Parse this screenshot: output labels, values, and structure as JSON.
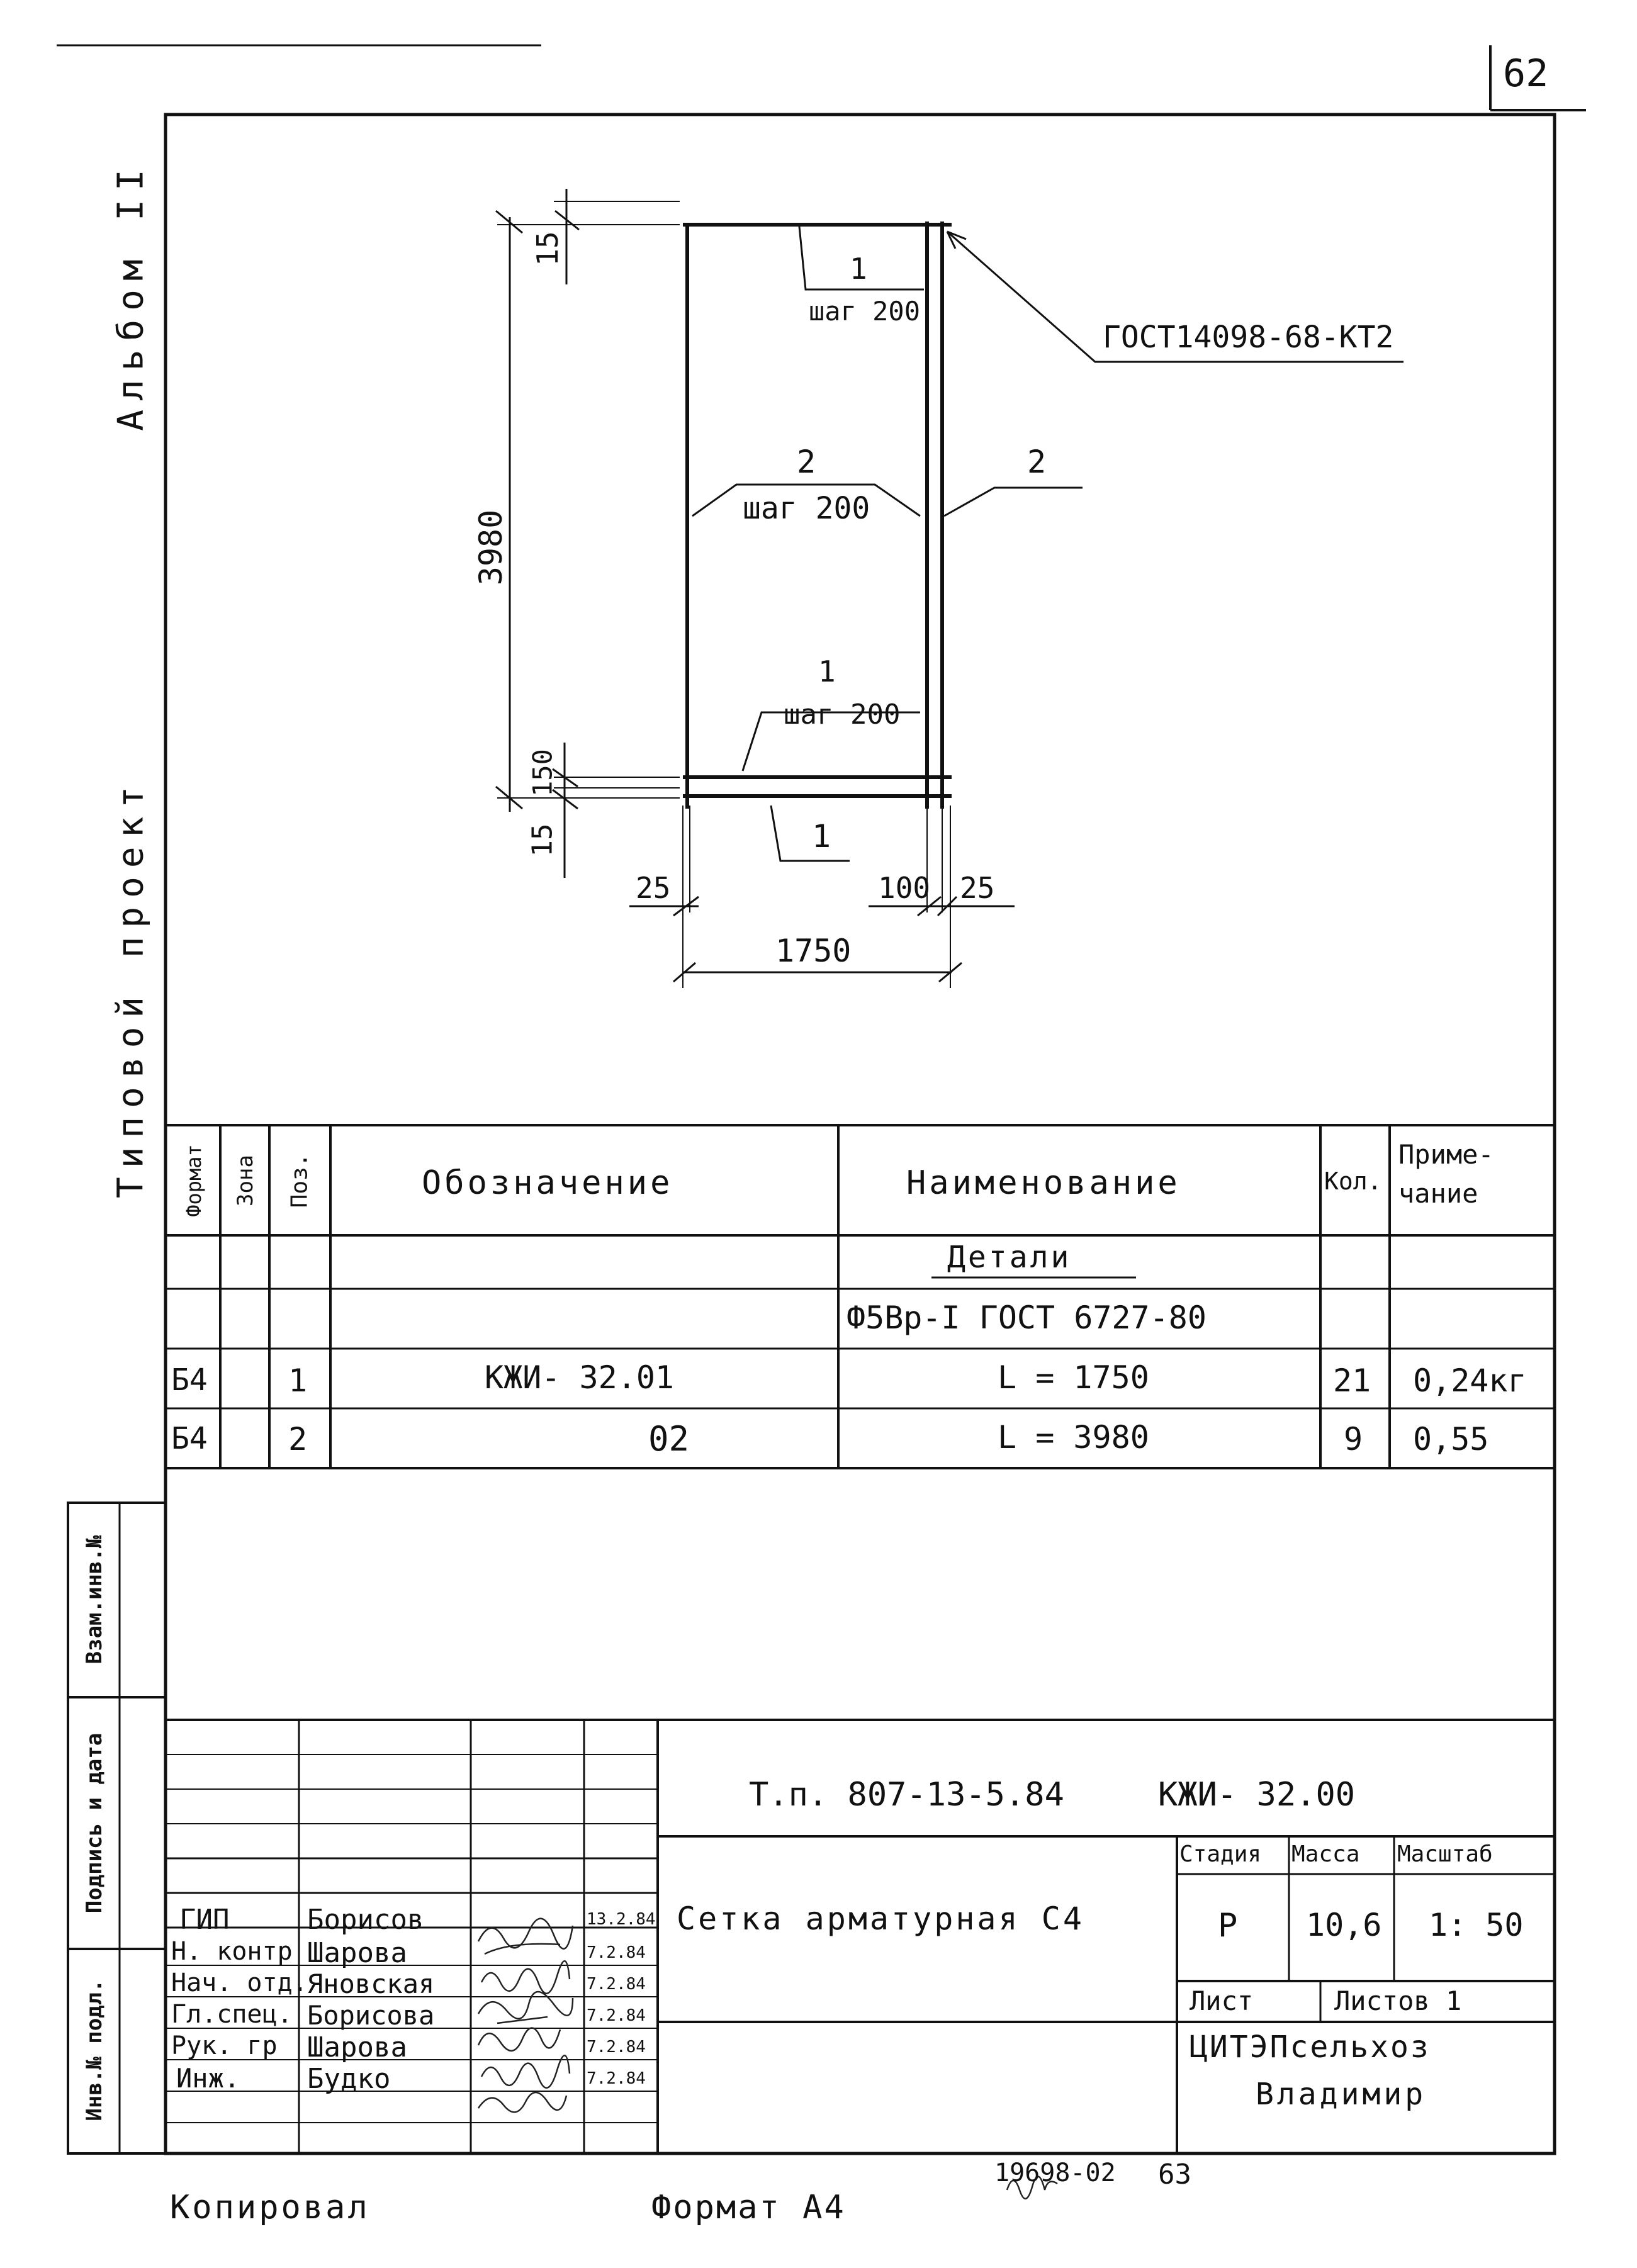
{
  "page_number": "62",
  "side_labels": {
    "album": "Альбом II",
    "project": "Типовой проект"
  },
  "drawing": {
    "leader_top": {
      "pos": "1",
      "step": "шаг 200"
    },
    "gost_leader": "ГОСТ14098-68-КТ2",
    "leader_mid_left": {
      "pos": "2",
      "step": "шаг 200"
    },
    "leader_mid_right": {
      "pos": "2"
    },
    "leader_low": {
      "pos": "1",
      "step": "шаг 200"
    },
    "leader_bottom": {
      "pos": "1"
    },
    "dim_top": "15",
    "dim_height": "3980",
    "dim_150": "150",
    "dim_15_low": "15",
    "dim_25_left": "25",
    "dim_100": "100",
    "dim_25_right": "25",
    "dim_width": "1750"
  },
  "spec_table": {
    "headers": {
      "format": "Формат",
      "zone": "Зона",
      "pos": "Поз.",
      "designation": "Обозначение",
      "name": "Наименование",
      "qty": "Кол.",
      "note_line1": "Приме-",
      "note_line2": "чание"
    },
    "section_title": "Детали",
    "material": "Ф5Вр-I ГОСТ 6727-80",
    "rows": [
      {
        "format": "Б4",
        "pos": "1",
        "designation": "КЖИ- 32.01",
        "name": "L = 1750",
        "qty": "21",
        "note": "0,24кг"
      },
      {
        "format": "Б4",
        "pos": "2",
        "designation": "02",
        "name": "L = 3980",
        "qty": "9",
        "note": "0,55"
      }
    ]
  },
  "left_strip": {
    "inv_podl": "Инв.№ подл.",
    "podpis_data": "Подпись и дата",
    "vzam_inv": "Взам.инв.№"
  },
  "title_block": {
    "project_code": "Т.п. 807-13-5.84",
    "doc_code": "КЖИ- 32.00",
    "title": "Сетка арматурная С4",
    "stage_label": "Стадия",
    "mass_label": "Масса",
    "scale_label": "Масштаб",
    "stage": "Р",
    "mass": "10,6",
    "scale": "1: 50",
    "sheet_label": "Лист",
    "sheets_label": "Листов 1",
    "org_line1": "ЦИТЭПсельхоз",
    "org_line2": "Владимир",
    "signers": [
      {
        "role": "ГИП",
        "name": "Борисов",
        "date": "13.2.84"
      },
      {
        "role": "Н. контр",
        "name": "Шарова",
        "date": "7.2.84"
      },
      {
        "role": "Нач. отд.",
        "name": "Яновская",
        "date": "7.2.84"
      },
      {
        "role": "Гл.спец.",
        "name": "Борисова",
        "date": "7.2.84"
      },
      {
        "role": "Рук. гр",
        "name": "Шарова",
        "date": "7.2.84"
      },
      {
        "role": "Инж.",
        "name": "Будко",
        "date": "7.2.84"
      }
    ]
  },
  "footer": {
    "copied": "Копировал",
    "format": "Формат А4",
    "doc_no": "19698-02",
    "page_no": "63"
  }
}
